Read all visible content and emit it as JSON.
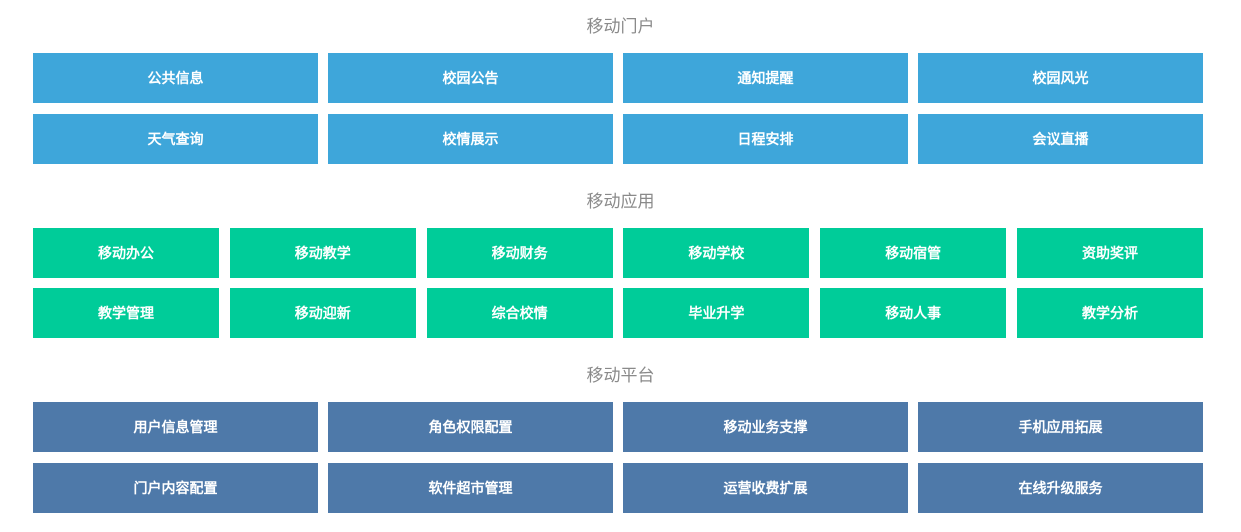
{
  "colors": {
    "portal": "#3ea6da",
    "apps": "#00cc99",
    "platform": "#4e79a9",
    "title": "#8a8a8a"
  },
  "sections": [
    {
      "title": "移动门户",
      "items": [
        "公共信息",
        "校园公告",
        "通知提醒",
        "校园风光",
        "天气查询",
        "校情展示",
        "日程安排",
        "会议直播"
      ]
    },
    {
      "title": "移动应用",
      "items": [
        "移动办公",
        "移动教学",
        "移动财务",
        "移动学校",
        "移动宿管",
        "资助奖评",
        "教学管理",
        "移动迎新",
        "综合校情",
        "毕业升学",
        "移动人事",
        "教学分析"
      ]
    },
    {
      "title": "移动平台",
      "items": [
        "用户信息管理",
        "角色权限配置",
        "移动业务支撑",
        "手机应用拓展",
        "门户内容配置",
        "软件超市管理",
        "运营收费扩展",
        "在线升级服务"
      ]
    }
  ]
}
